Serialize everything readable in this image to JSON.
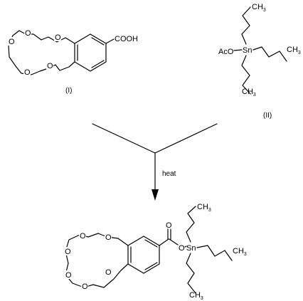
{
  "compound_i": {
    "label": "(I)",
    "acid_group": "COOH",
    "ring_oxygen": "O"
  },
  "compound_ii": {
    "label": "(II)",
    "acetate": "AcO",
    "tin": "Sn",
    "methyl": "CH",
    "methyl_sub": "3"
  },
  "reaction": {
    "condition": "heat"
  },
  "product": {
    "ring_oxygen": "O",
    "ester_oxygen": "O",
    "tin": "Sn",
    "methyl": "CH",
    "methyl_sub": "3"
  }
}
